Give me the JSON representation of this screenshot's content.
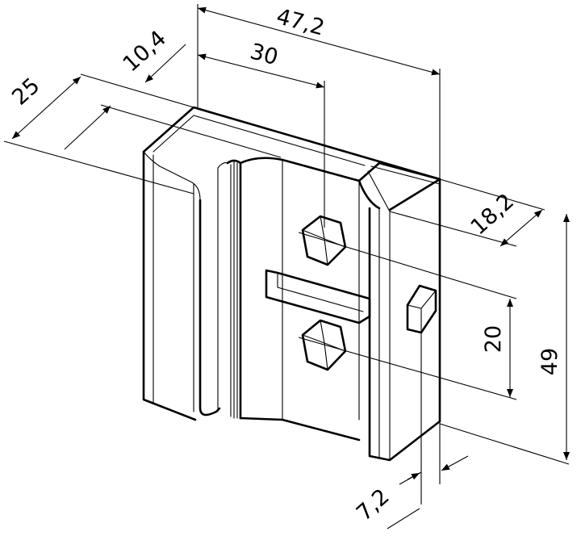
{
  "dimensions": {
    "overall_width": "47,2",
    "bolt_offset": "30",
    "top_depth": "10,4",
    "overall_depth": "25",
    "front_flange": "18,2",
    "bolt_spacing": "20",
    "height": "49",
    "flange_thickness": "7,2"
  },
  "colors": {
    "line": "#000000",
    "background": "#ffffff"
  }
}
